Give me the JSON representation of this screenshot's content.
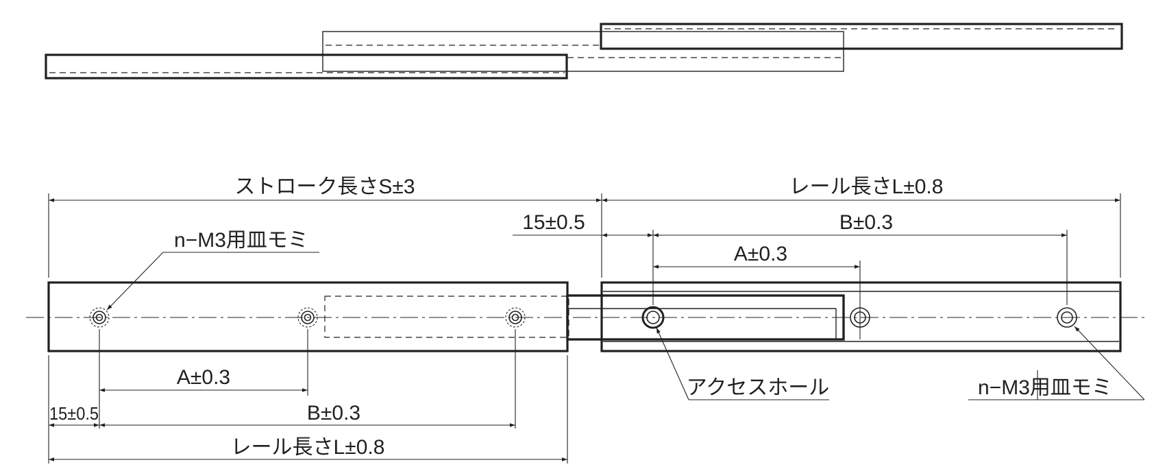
{
  "labels": {
    "stroke_length": "ストローク長さS±3",
    "rail_length_top": "レール長さL±0.8",
    "rail_length_bottom": "レール長さL±0.8",
    "offset_top": "15±0.5",
    "offset_bottom": "15±0.5",
    "pitch_b_top": "B±0.3",
    "pitch_a_top": "A±0.3",
    "pitch_a_bottom": "A±0.3",
    "pitch_b_bottom": "B±0.3",
    "screw_hole_left": "n−M3用皿モミ",
    "screw_hole_right": "n−M3用皿モミ",
    "access_hole": "アクセスホール"
  },
  "colors": {
    "line": "#231f20",
    "background": "#ffffff"
  }
}
